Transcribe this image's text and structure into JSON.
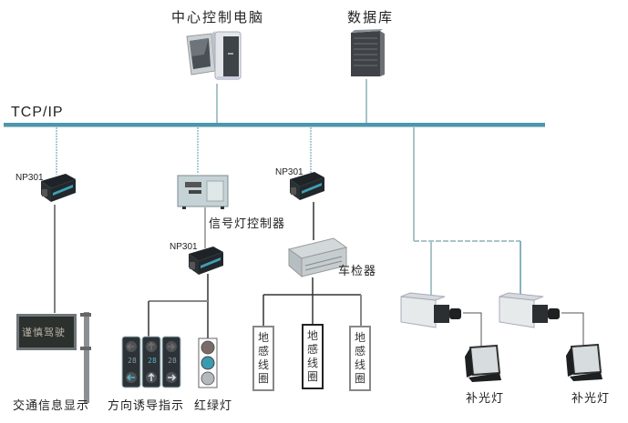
{
  "title": "交通信号控制网络拓扑图",
  "network": {
    "bus_label": "TCP/IP",
    "bus_color": "#4a98ad"
  },
  "top_nodes": {
    "computer": {
      "label": "中心控制电脑",
      "icon": "desktop-computer-icon"
    },
    "database": {
      "label": "数据库",
      "icon": "server-tower-icon"
    }
  },
  "converters": [
    {
      "id": "np1",
      "label": "NP301",
      "icon": "serial-device-server-icon"
    },
    {
      "id": "np2",
      "label": "NP301",
      "icon": "serial-device-server-icon"
    },
    {
      "id": "np3",
      "label": "NP301",
      "icon": "serial-device-server-icon"
    }
  ],
  "devices": {
    "signal_controller": {
      "label": "信号灯控制器",
      "icon": "signal-controller-box-icon"
    },
    "vehicle_detector": {
      "label": "车检器",
      "icon": "vehicle-detector-box-icon"
    },
    "vms": {
      "label": "交通信息显示",
      "sign_text": "谨慎驾驶",
      "icon": "variable-message-sign-icon"
    },
    "direction_guide": {
      "label": "方向诱导指示",
      "countdown": [
        "28",
        "28",
        "28"
      ],
      "icon": "lane-direction-signal-icon"
    },
    "traffic_light": {
      "label": "红绿灯",
      "icon": "traffic-light-icon"
    },
    "loops": [
      {
        "label": [
          "地",
          "感",
          "线",
          "圈"
        ]
      },
      {
        "label": [
          "地",
          "感",
          "线",
          "圈"
        ]
      },
      {
        "label": [
          "地",
          "感",
          "线",
          "圈"
        ]
      }
    ],
    "cameras": [
      {
        "icon": "camera-icon",
        "light_label": "补光灯"
      },
      {
        "icon": "camera-icon",
        "light_label": "补光灯"
      }
    ]
  }
}
